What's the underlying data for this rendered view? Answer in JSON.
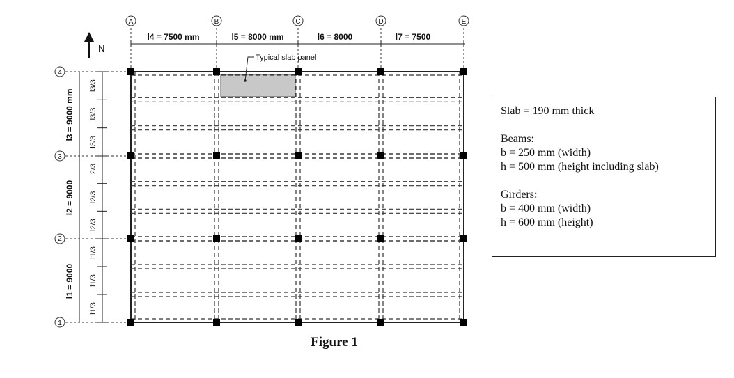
{
  "grid_lines_x": [
    "A",
    "B",
    "C",
    "D",
    "E"
  ],
  "grid_lines_y": [
    "4",
    "3",
    "2",
    "1"
  ],
  "north_label": "N",
  "spans_x": [
    "l4 = 7500 mm",
    "l5 = 8000 mm",
    "l6 = 8000",
    "l7 = 7500"
  ],
  "spans_y": [
    "l3 = 9000 mm",
    "l2 = 9000",
    "l1 = 9000"
  ],
  "sub_spans_y": [
    "l3/3",
    "l2/3",
    "l1/3"
  ],
  "callout": "Typical slab panel",
  "specs": {
    "slab": "Slab = 190 mm thick",
    "beams_title": "Beams:",
    "beams_b": "b = 250 mm (width)",
    "beams_h": "h = 500 mm (height including slab)",
    "girders_title": "Girders:",
    "girders_b": "b = 400 mm (width)",
    "girders_h": "h = 600 mm  (height)"
  },
  "caption": "Figure 1",
  "colors": {
    "line": "#222222",
    "panel_fill": "#c8c8c8",
    "column": "#000000"
  }
}
